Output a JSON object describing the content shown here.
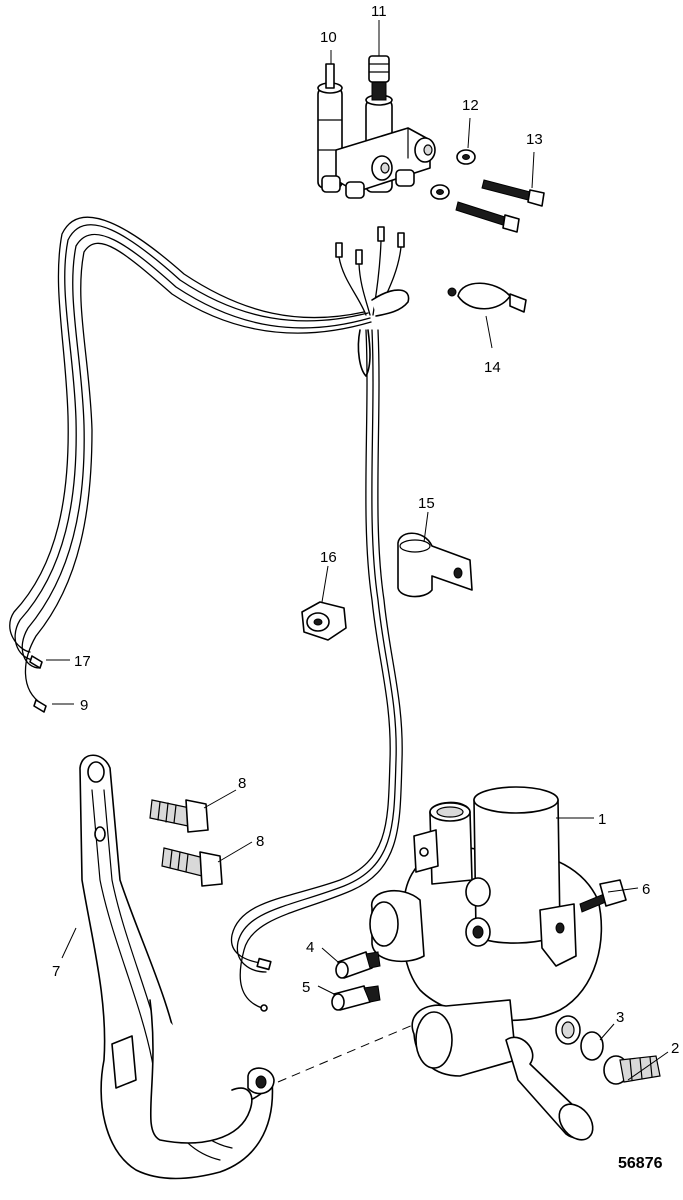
{
  "figure_number": "56876",
  "callouts": [
    {
      "id": "c1",
      "label": "1"
    },
    {
      "id": "c2",
      "label": "2"
    },
    {
      "id": "c3",
      "label": "3"
    },
    {
      "id": "c4",
      "label": "4"
    },
    {
      "id": "c5",
      "label": "5"
    },
    {
      "id": "c6",
      "label": "6"
    },
    {
      "id": "c7",
      "label": "7"
    },
    {
      "id": "c8a",
      "label": "8"
    },
    {
      "id": "c8b",
      "label": "8"
    },
    {
      "id": "c9",
      "label": "9"
    },
    {
      "id": "c10",
      "label": "10"
    },
    {
      "id": "c11",
      "label": "11"
    },
    {
      "id": "c12",
      "label": "12"
    },
    {
      "id": "c13",
      "label": "13"
    },
    {
      "id": "c14",
      "label": "14"
    },
    {
      "id": "c15",
      "label": "15"
    },
    {
      "id": "c16",
      "label": "16"
    },
    {
      "id": "c17",
      "label": "17"
    }
  ]
}
